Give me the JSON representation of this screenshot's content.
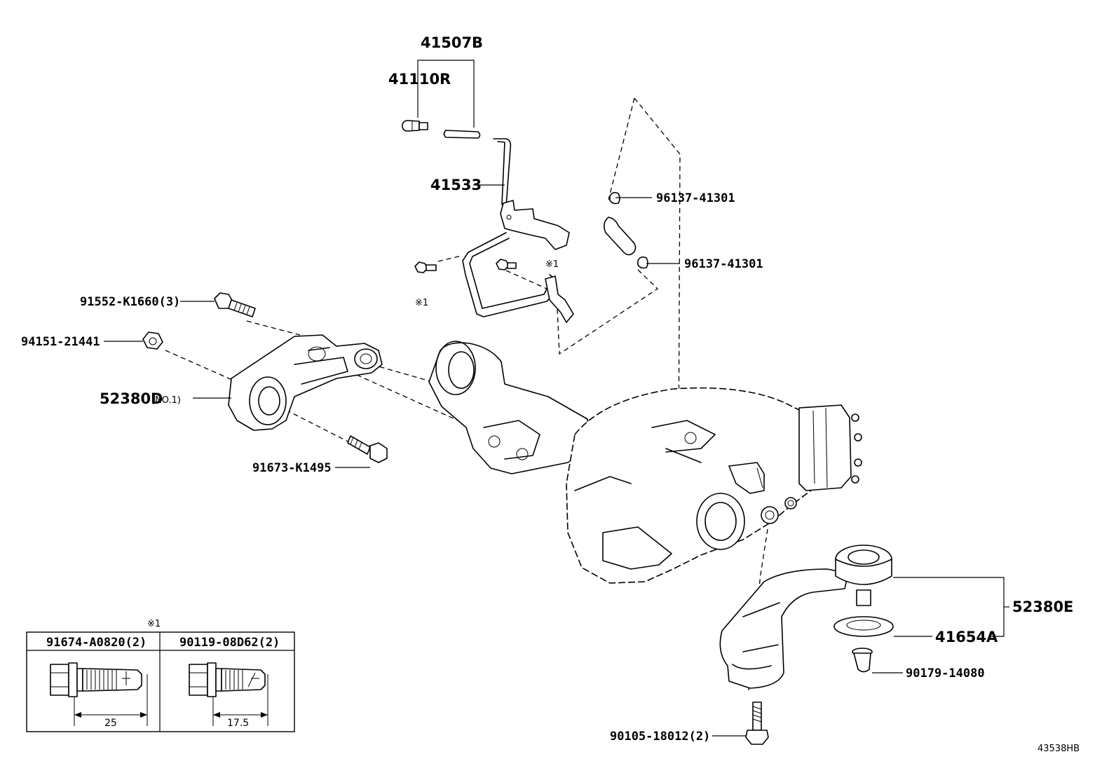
{
  "diagram": {
    "code": "43538HB",
    "callouts": {
      "p41507B": "41507B",
      "p41110R": "41110R",
      "p41533": "41533",
      "p96137_a": "96137-41301",
      "p96137_b": "96137-41301",
      "p91552": "91552-K1660(3)",
      "p94151": "94151-21441",
      "p52380D": "52380D",
      "p52380D_note": "(NO.1)",
      "p91673": "91673-K1495",
      "p52380E": "52380E",
      "p41654A": "41654A",
      "p90179": "90179-14080",
      "p90105": "90105-18012(2)",
      "mark_a": "※1",
      "mark_b": "※1"
    },
    "reference_table": {
      "mark": "※1",
      "columns": [
        {
          "part_no": "91674-A0820(2)",
          "length": "25"
        },
        {
          "part_no": "90119-08D62(2)",
          "length": "17.5"
        }
      ]
    }
  }
}
